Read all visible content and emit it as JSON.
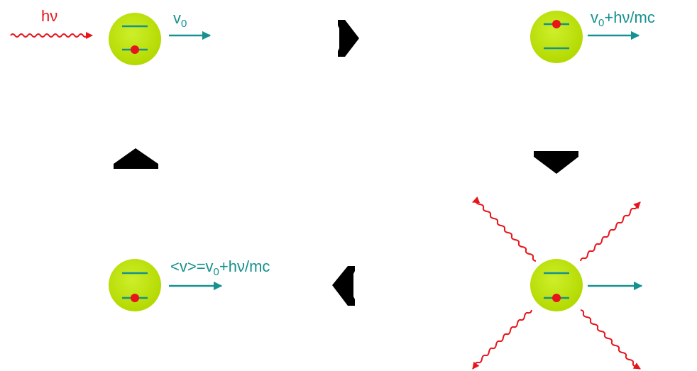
{
  "colors": {
    "background": "#ffffff",
    "atom_fill": "#bde100",
    "atom_edge": "#a8cc00",
    "level_line": "#15918f",
    "electron": "#e8141b",
    "velocity_arrow": "#15918f",
    "photon": "#e8141b",
    "flow_arrow": "#000000"
  },
  "labels": {
    "photon_energy": "hν",
    "velocity_initial": "v",
    "velocity_initial_subscript": "0",
    "velocity_after_absorption_prefix": "v",
    "velocity_after_absorption_subscript": "0",
    "velocity_after_absorption_suffix": "+hν/mc",
    "velocity_average_prefix": "<v>=v",
    "velocity_average_subscript": "0",
    "velocity_average_suffix": "+hν/mc"
  },
  "states": [
    {
      "name": "ground-state-moving",
      "electron_level": "lower"
    },
    {
      "name": "excited-state-after-absorption",
      "electron_level": "upper"
    },
    {
      "name": "spontaneous-emission",
      "electron_level": "lower"
    },
    {
      "name": "averaged-velocity-state",
      "electron_level": "lower"
    }
  ],
  "flow_arrows": [
    {
      "name": "flow-arrow-right",
      "direction": "right"
    },
    {
      "name": "flow-arrow-down",
      "direction": "down"
    },
    {
      "name": "flow-arrow-left",
      "direction": "left"
    },
    {
      "name": "flow-arrow-up",
      "direction": "up"
    }
  ],
  "icons": {
    "atom": "atom-icon",
    "electron": "electron-dot-icon",
    "photon": "wavy-photon-arrow-icon",
    "flow": "block-arrow-icon"
  }
}
